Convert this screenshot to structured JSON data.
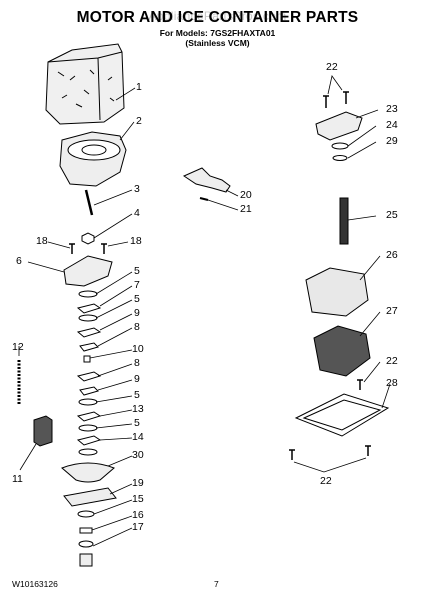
{
  "header": {
    "title": "MOTOR AND ICE CONTAINER PARTS",
    "watermark": "AppliancePartsPros.com",
    "models_line": "For Models: 7GS2FHAXTA01",
    "finish_line": "(Stainless VCM)"
  },
  "footer": {
    "doc_number": "W10163126",
    "page_number": "7"
  },
  "callouts": [
    "1",
    "2",
    "3",
    "4",
    "18",
    "18",
    "6",
    "5",
    "7",
    "5",
    "9",
    "8",
    "12",
    "10",
    "8",
    "9",
    "5",
    "13",
    "5",
    "14",
    "30",
    "11",
    "19",
    "15",
    "16",
    "17",
    "20",
    "21",
    "22",
    "23",
    "24",
    "29",
    "25",
    "26",
    "27",
    "22",
    "28",
    "22"
  ]
}
